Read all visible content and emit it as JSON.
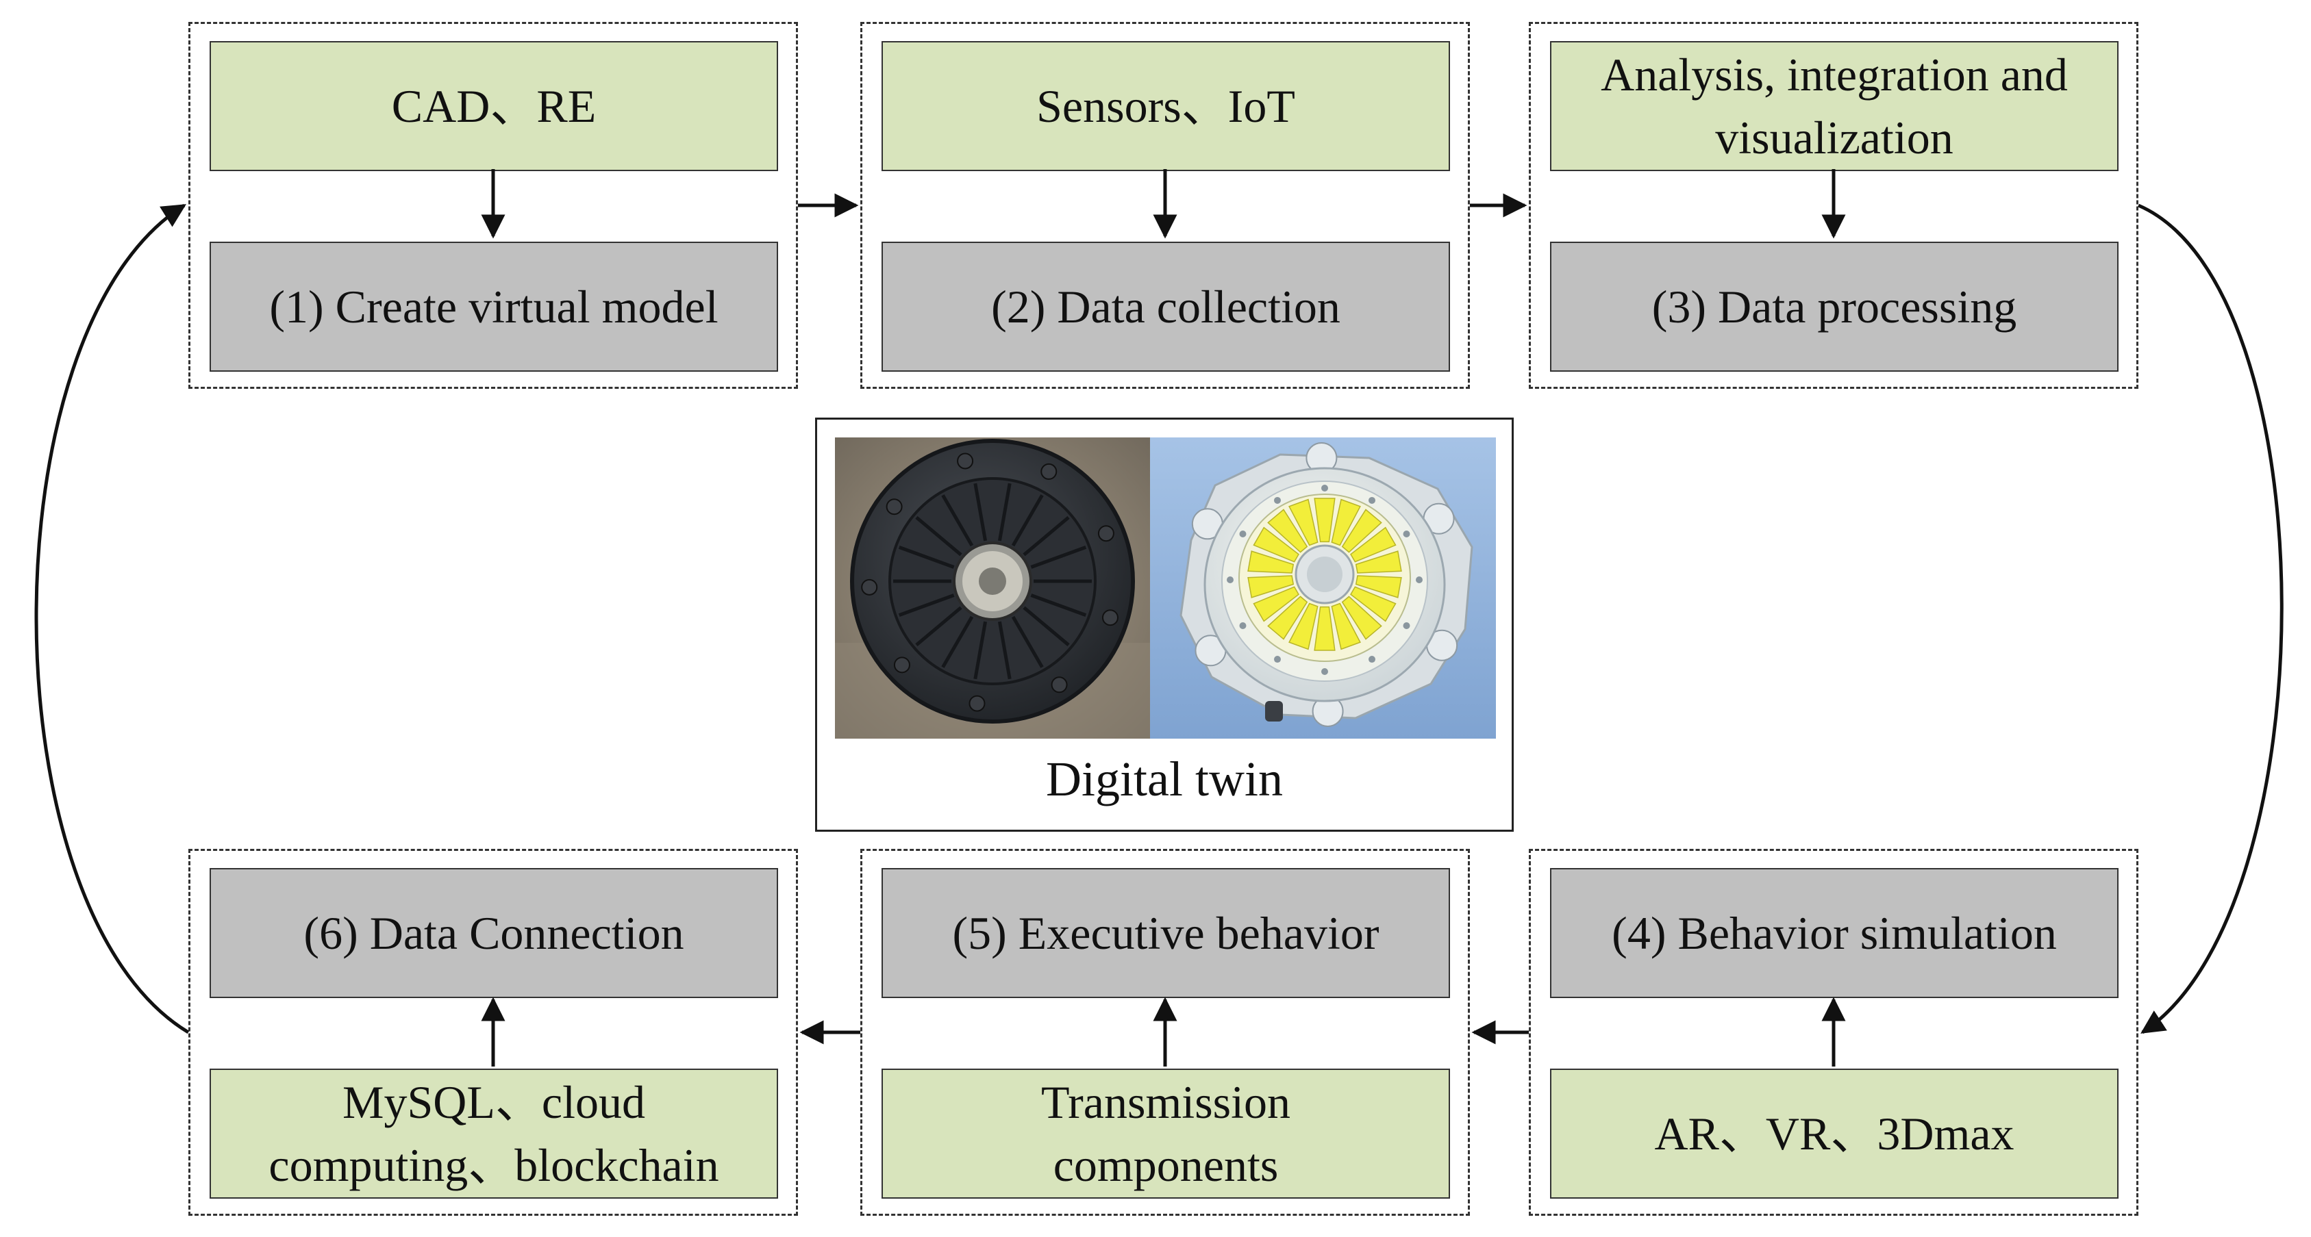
{
  "top_row": [
    {
      "tech": "CAD、RE",
      "step": "(1) Create  virtual model"
    },
    {
      "tech": "Sensors、IoT",
      "step": "(2) Data collection"
    },
    {
      "tech": "Analysis, integration and visualization",
      "step": "(3) Data processing"
    }
  ],
  "bottom_row": [
    {
      "step": "(6) Data Connection",
      "tech": "MySQL、cloud computing、blockchain"
    },
    {
      "step": "(5) Executive behavior",
      "tech": "Transmission components"
    },
    {
      "step": "(4) Behavior simulation",
      "tech": "AR、VR、3Dmax"
    }
  ],
  "center": {
    "label": "Digital twin",
    "photo_icon": "clutch-pressure-plate-photo",
    "render_icon": "clutch-3d-model-render"
  },
  "colors": {
    "tech_fill": "#d8e4bc",
    "step_fill": "#c0c0c0",
    "line": "#111111",
    "diaphragm_yellow": "#f2ee3a",
    "render_bg": "#8fb2dc"
  }
}
